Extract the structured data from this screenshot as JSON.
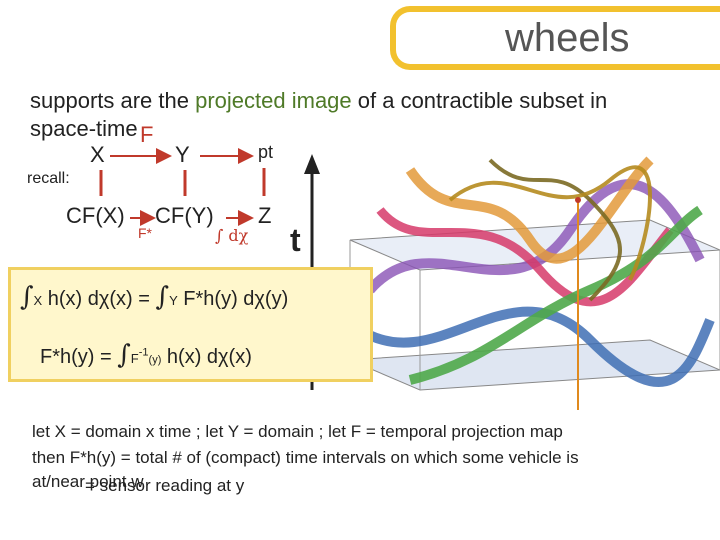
{
  "title": "wheels",
  "intro": {
    "line1_before": "supports are the ",
    "line1_highlight": "projected image",
    "line1_after": " of a contractible subset in",
    "line2": "space-time"
  },
  "recall": "recall:",
  "diagram": {
    "X": "X",
    "Y": "Y",
    "pt": "pt",
    "F": "F",
    "CFX": "CF(X)",
    "CFY": "CF(Y)",
    "Z": "Z",
    "Fstar": "F*",
    "int_dchi": "∫ dχ",
    "t_label": "t"
  },
  "formulas": {
    "f1_int": "∫",
    "f1_sub": "X",
    "f1_mid": " h(x) dχ(x) = ",
    "f1_int2": "∫",
    "f1_sub2": "Y",
    "f1_end": " F*h(y) dχ(y)",
    "f2_start": "F*h(y) = ",
    "f2_int": "∫",
    "f2_sub": "F",
    "f2_sup": "-1",
    "f2_subsub": "(y)",
    "f2_end": " h(x) dχ(x)"
  },
  "notes": {
    "line1": "let X = domain x time  ;  let Y = domain  ;  let F = temporal projection map",
    "line2": "then F*h(y) = total # of (compact) time intervals on which some vehicle is",
    "line3a": "at/near point w",
    "line3b": "= sensor reading at y"
  },
  "colors": {
    "accent_red": "#c0392b",
    "highlight_green": "#4f7a28",
    "title_border": "#f2c12e"
  }
}
